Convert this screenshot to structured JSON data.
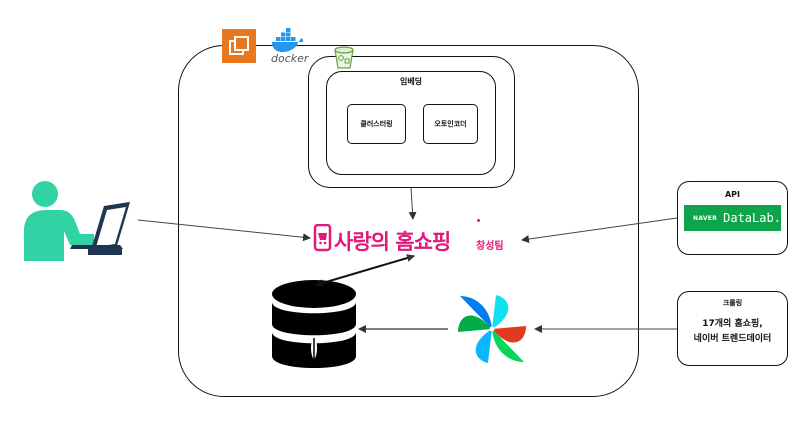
{
  "diagram": {
    "embedding": {
      "title": "임베딩",
      "clustering": "클러스터링",
      "autoencoder": "오토인코더"
    },
    "logo": {
      "main": "사랑의 홈쇼핑",
      "sub": "창성팀"
    },
    "api": {
      "title": "API",
      "naver": "NAVER",
      "datalab": "DataLab."
    },
    "crawling": {
      "title": "크롤링",
      "line1": "17개의 홈쇼핑,",
      "line2": "네이버 트렌드데이터"
    },
    "docker": {
      "text": "docker"
    }
  },
  "colors": {
    "user": "#31d3a4",
    "accent_pink": "#e1197a",
    "naver_green": "#0ea54a",
    "aws_orange": "#e9771e",
    "docker_blue": "#2496ed"
  },
  "icons": [
    "aws-icon",
    "docker-icon",
    "s3-bucket-icon",
    "user-laptop-icon",
    "database-icon",
    "airflow-pinwheel-icon"
  ]
}
